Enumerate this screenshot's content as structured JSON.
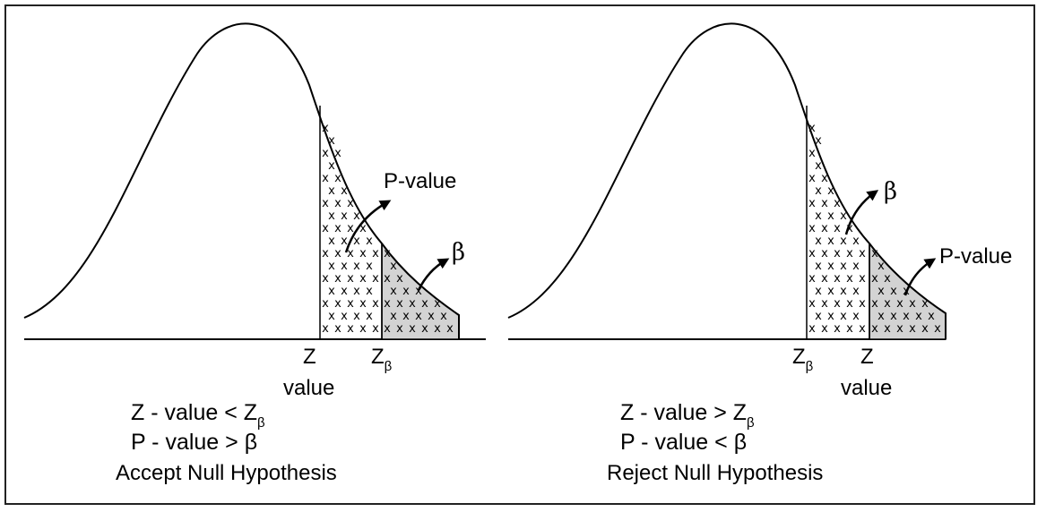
{
  "left_panel": {
    "p_value_label": "P-value",
    "beta_label": "β",
    "z_label": "Z",
    "value_label": "value",
    "z_beta_label": "Z",
    "z_beta_sub": "β",
    "condition1_prefix": "Z - value < Z",
    "condition1_sub": "β",
    "condition2": "P - value > β",
    "conclusion": "Accept Null Hypothesis"
  },
  "right_panel": {
    "beta_label": "β",
    "p_value_label": "P-value",
    "z_beta_label": "Z",
    "z_beta_sub": "β",
    "z_label": "Z",
    "value_label": "value",
    "condition1_prefix": "Z - value > Z",
    "condition1_sub": "β",
    "condition2": "P - value < β",
    "conclusion": "Reject Null Hypothesis"
  },
  "colors": {
    "shade": "#d3d3d3",
    "line": "#000000",
    "border": "#222222"
  }
}
